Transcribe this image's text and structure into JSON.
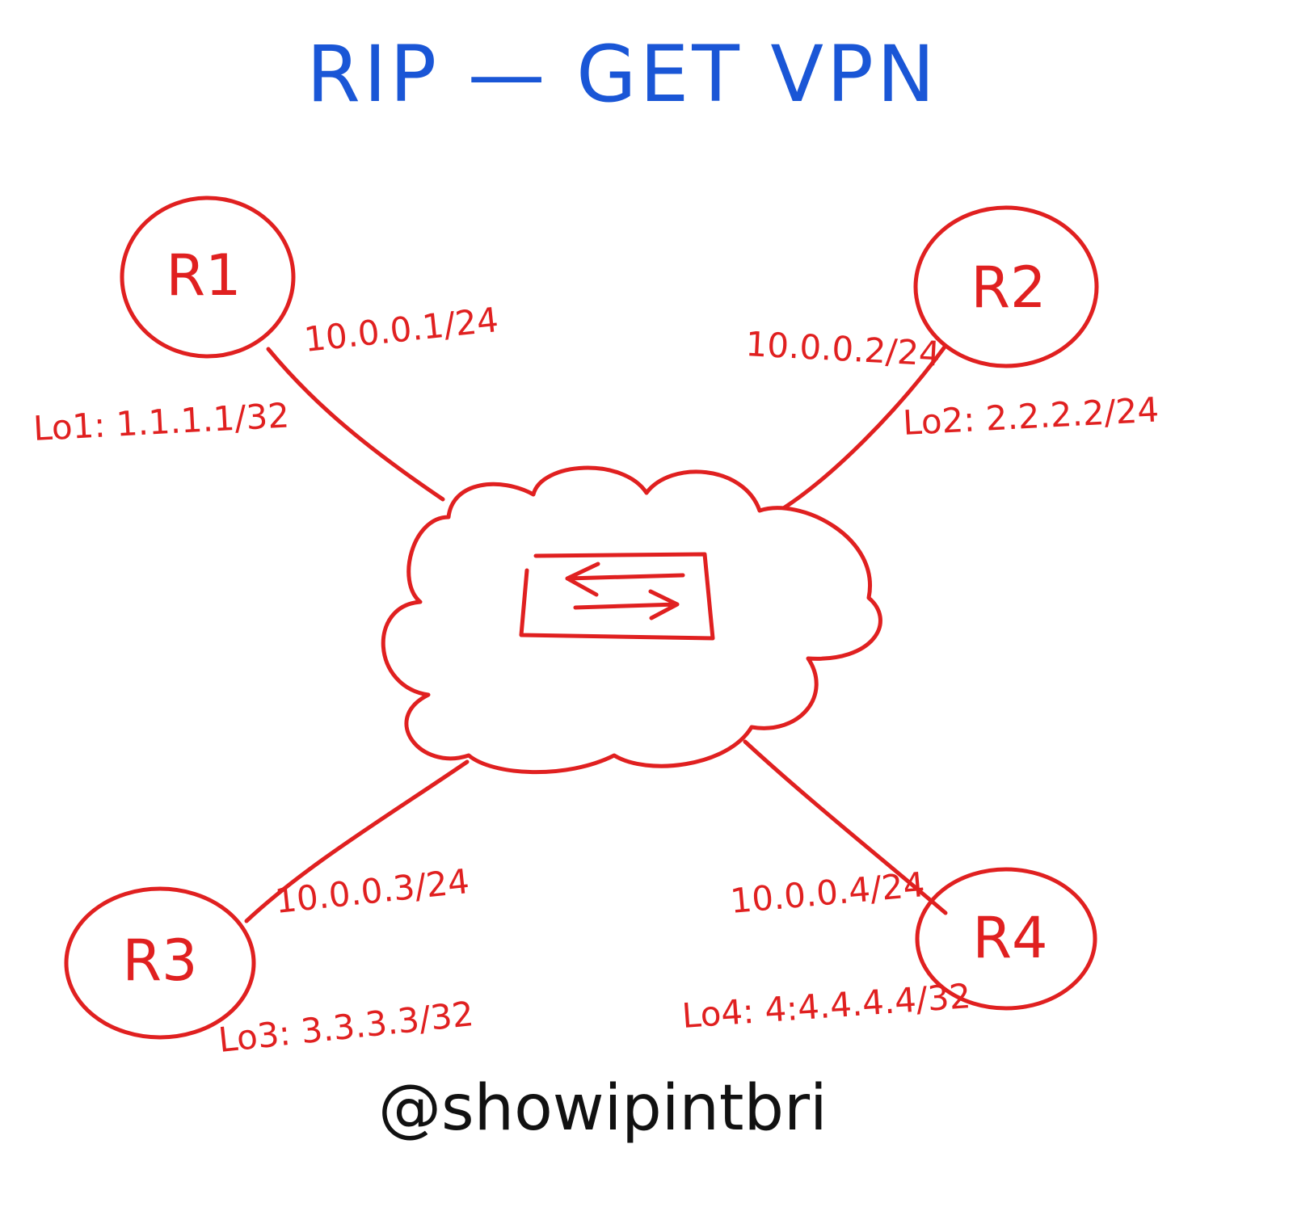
{
  "title": "RIP — GET VPN",
  "colors": {
    "title": "#1a56d6",
    "diagram": "#e02020",
    "handle": "#111111",
    "background": "#ffffff"
  },
  "hub": {
    "icon": "switch-icon"
  },
  "routers": [
    {
      "label": "R1",
      "link_ip": "10.0.0.1/24",
      "loopback": "Lo1: 1.1.1.1/32"
    },
    {
      "label": "R2",
      "link_ip": "10.0.0.2/24",
      "loopback": "Lo2: 2.2.2.2/24"
    },
    {
      "label": "R3",
      "link_ip": "10.0.0.3/24",
      "loopback": "Lo3: 3.3.3.3/32"
    },
    {
      "label": "R4",
      "link_ip": "10.0.0.4/24",
      "loopback": "Lo4: 4:4.4.4.4/32"
    }
  ],
  "footer": {
    "handle": "@showipintbri"
  }
}
